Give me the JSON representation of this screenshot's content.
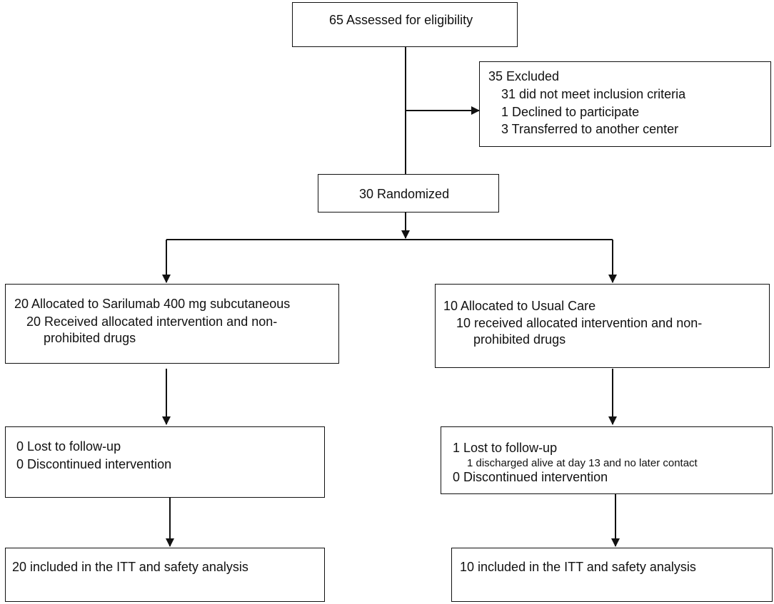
{
  "assessed": "65 Assessed for eligibility",
  "excluded": {
    "title": "35 Excluded",
    "items": [
      "31 did not meet inclusion criteria",
      "1 Declined to participate",
      "3 Transferred to another center"
    ]
  },
  "randomized": "30 Randomized",
  "left": {
    "allocated": "20 Allocated to Sarilumab 400 mg subcutaneous",
    "received_line1": "20 Received allocated intervention and non-",
    "received_line2": "prohibited drugs",
    "lost": "0 Lost to follow-up",
    "discontinued": "0 Discontinued intervention",
    "analysis": "20 included in the ITT and safety analysis"
  },
  "right": {
    "allocated": "10 Allocated to Usual Care",
    "received_line1": "10 received allocated intervention and non-",
    "received_line2": "prohibited drugs",
    "lost": "1 Lost to follow-up",
    "lost_detail": "1 discharged alive at day 13 and no later contact",
    "discontinued": "0 Discontinued intervention",
    "analysis": "10 included in the ITT and safety analysis"
  }
}
